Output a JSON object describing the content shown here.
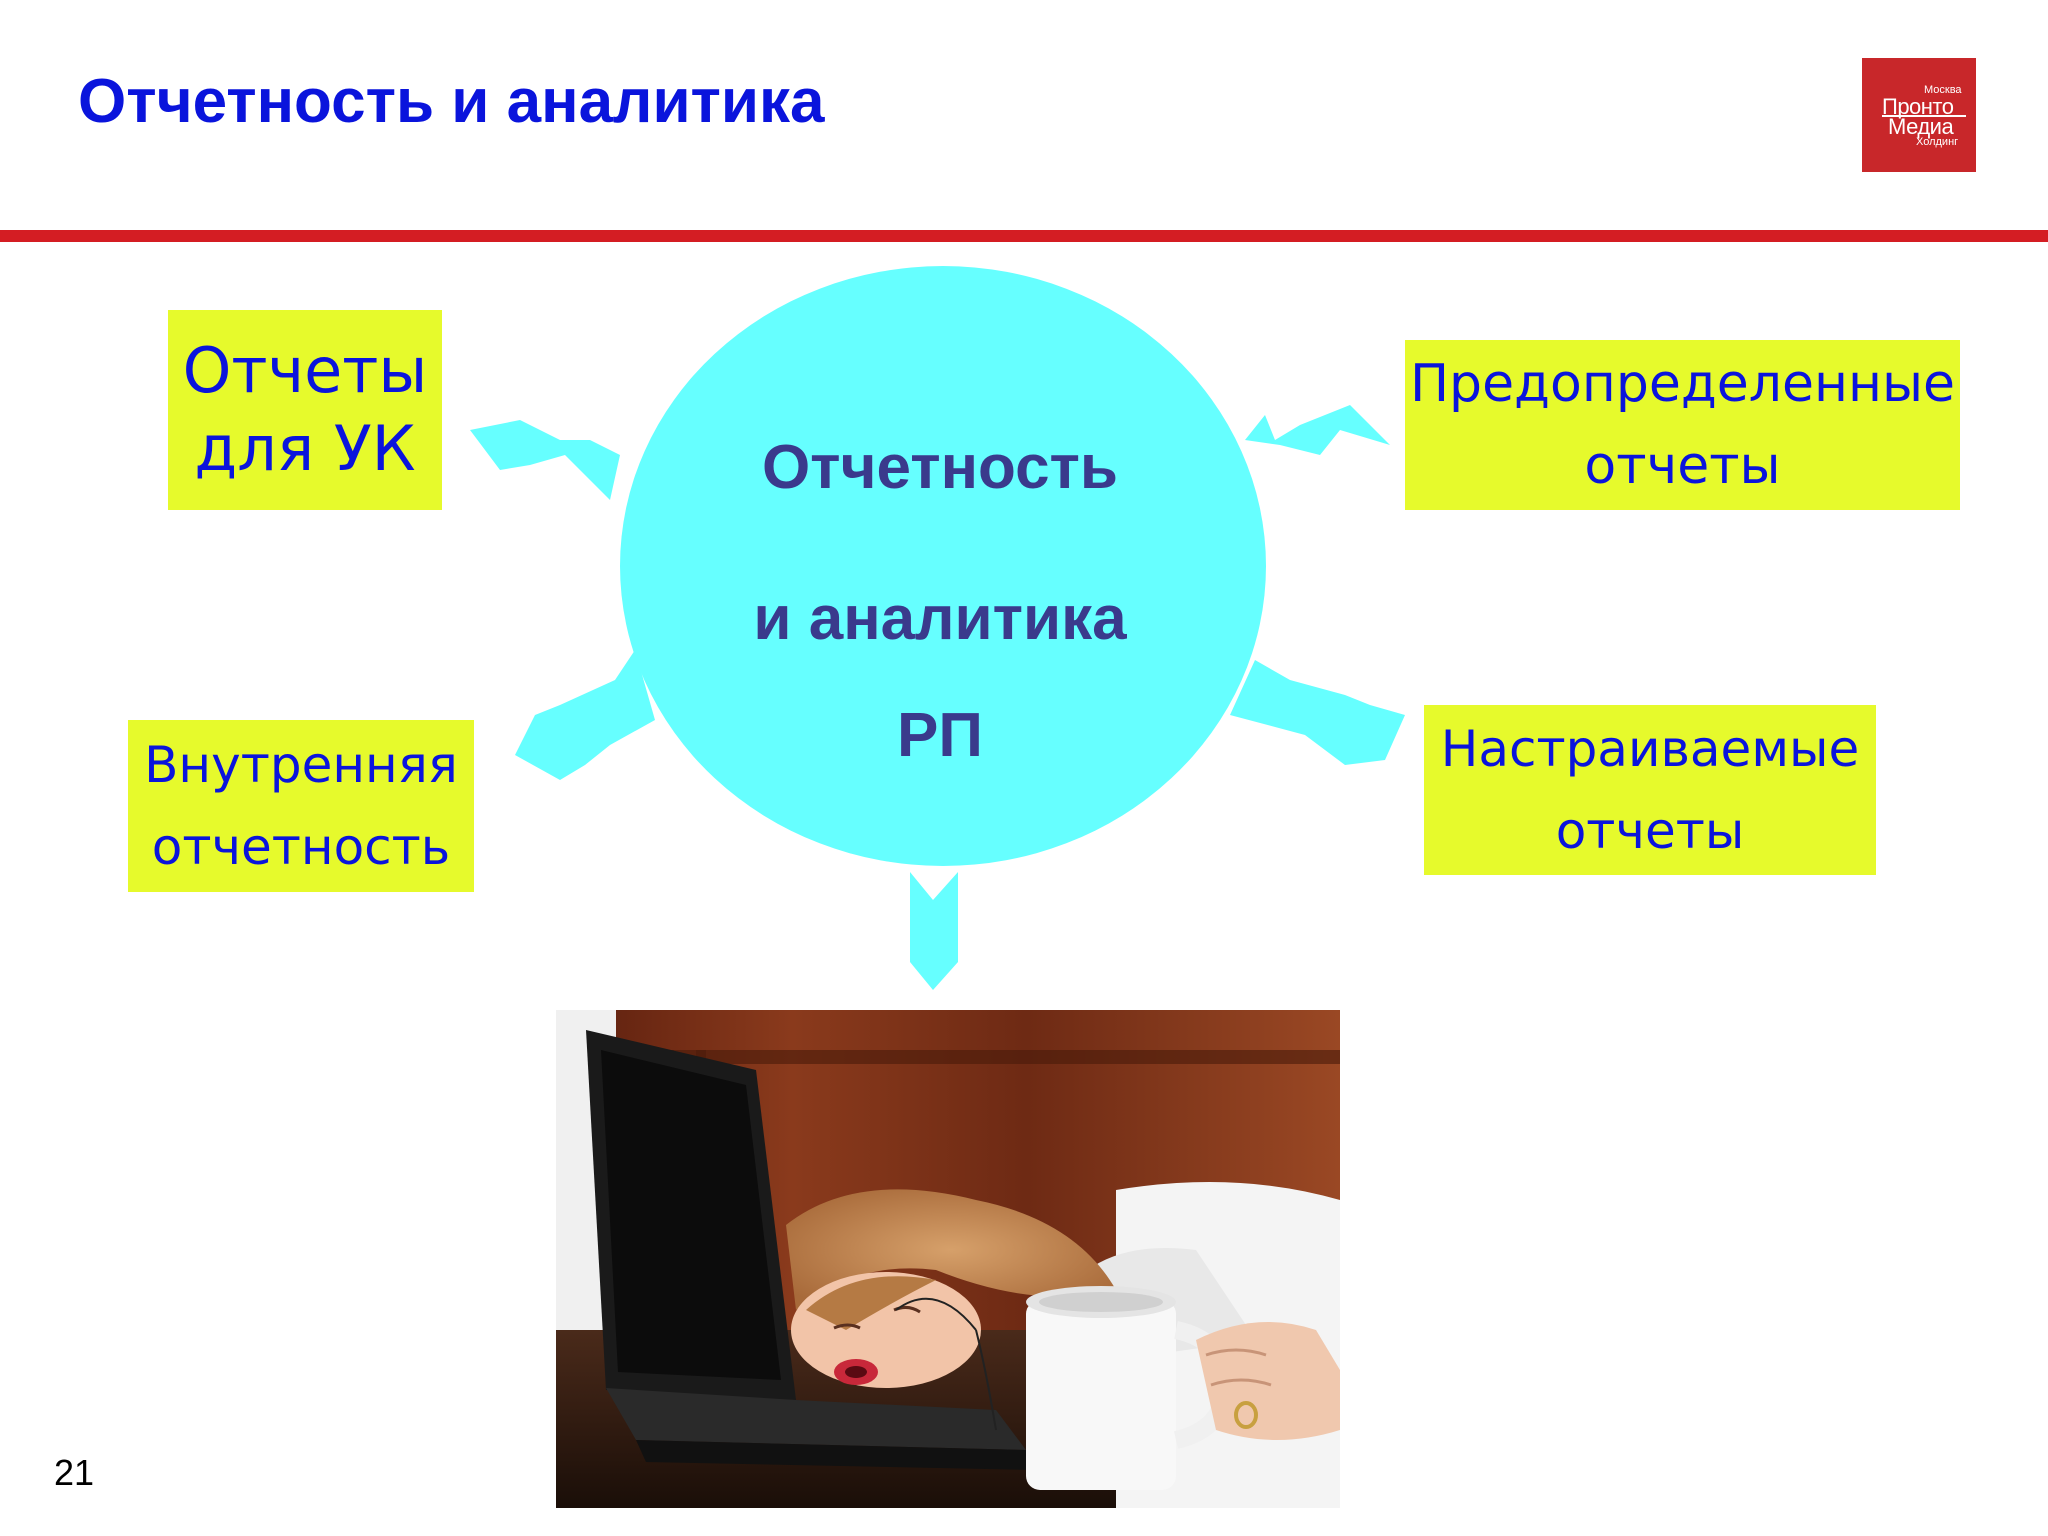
{
  "slide": {
    "title": "Отчетность и аналитика",
    "page_number": "21"
  },
  "logo": {
    "line1": "Москва",
    "line2": "Пронто",
    "line3": "Медиа",
    "line4": "Холдинг"
  },
  "center": {
    "line1": "Отчетность",
    "line2": "и аналитика",
    "line3": "РП"
  },
  "boxes": {
    "uk": {
      "line1": "Отчеты",
      "line2": "для УК"
    },
    "predefined": {
      "line1": "Предопределенные",
      "line2": "отчеты"
    },
    "internal": {
      "line1": "Внутренняя",
      "line2": "отчетность"
    },
    "custom": {
      "line1": "Настраиваемые",
      "line2": "отчеты"
    }
  },
  "colors": {
    "title": "#0a14dc",
    "header_line": "#d41d23",
    "logo_bg": "#c8272a",
    "circle": "#66ffff",
    "box_bg": "#e6fa2c",
    "box_text": "#0a14dc",
    "center_text": "#3a3a8c"
  }
}
